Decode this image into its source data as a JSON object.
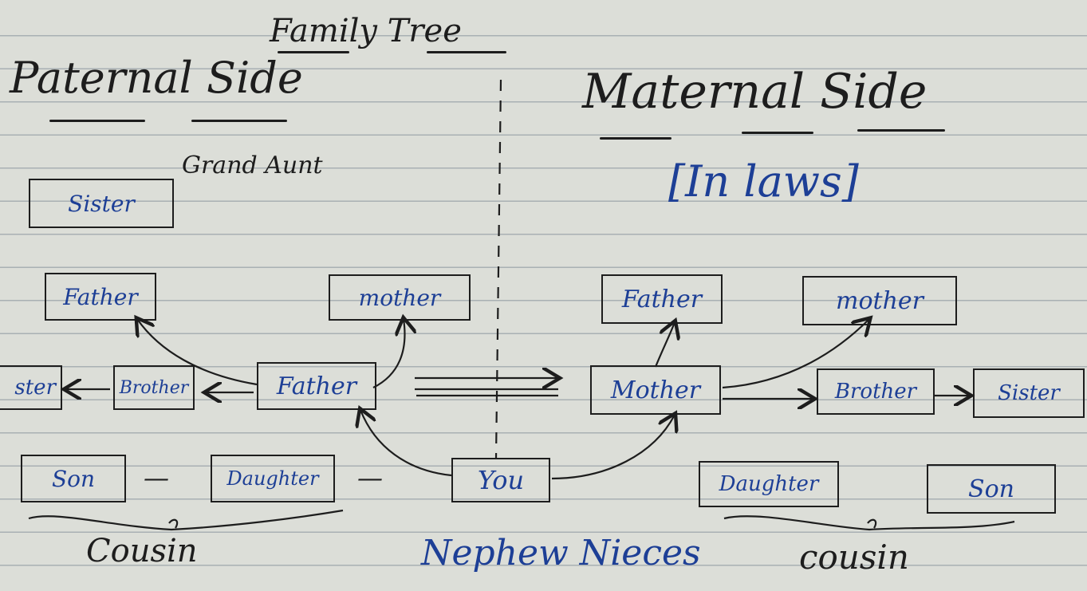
{
  "title": "Family Tree",
  "paternal_heading": "Paternal Side",
  "maternal_heading": "Maternal Side",
  "maternal_note": "[In laws]",
  "grand_aunt_label": "Grand Aunt",
  "paternal": {
    "sister": "Sister",
    "father": "Father",
    "mother": "mother",
    "sister2": "ster",
    "brother": "Brother",
    "you_father": "Father",
    "son": "Son",
    "daughter": "Daughter"
  },
  "you": "You",
  "maternal": {
    "father": "Father",
    "mother": "mother",
    "you_mother": "Mother",
    "brother": "Brother",
    "sister": "Sister",
    "daughter": "Daughter",
    "son": "Son"
  },
  "cousin_left": "Cousin",
  "cousin_right": "cousin",
  "nephew_niece": "Nephew Nieces",
  "dash": "—",
  "ink_colors": {
    "black": "#1d1d1d",
    "blue": "#1d3f96",
    "paper": "#dcded8",
    "rule": "#a9b0b3"
  }
}
